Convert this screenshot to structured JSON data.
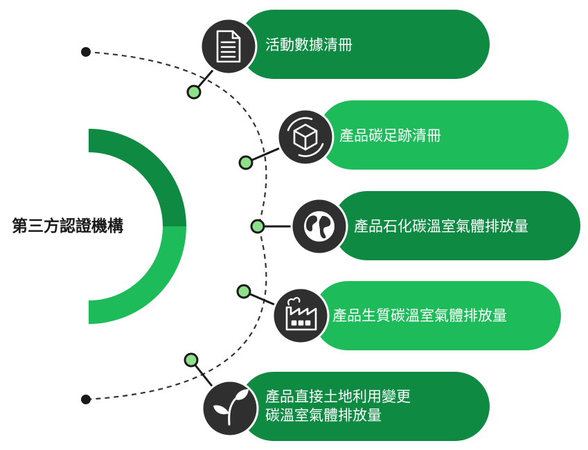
{
  "center": {
    "label": "第三方認證機構"
  },
  "items": [
    {
      "lines": [
        "活動數據清冊"
      ],
      "icon": "document-list-icon",
      "color": "#0f8a43"
    },
    {
      "lines": [
        "產品碳足跡清冊"
      ],
      "icon": "recycle-box-icon",
      "color": "#1dbb5a"
    },
    {
      "lines": [
        "產品石化碳溫室氣體排放量"
      ],
      "icon": "globe-icon",
      "color": "#0f8a43"
    },
    {
      "lines": [
        "產品生質碳溫室氣體排放量"
      ],
      "icon": "factory-icon",
      "color": "#1dbb5a"
    },
    {
      "lines": [
        "產品直接土地利用變更",
        "碳溫室氣體排放量"
      ],
      "icon": "leaf-sprout-icon",
      "color": "#0f8a43"
    }
  ],
  "colors": {
    "dark_green": "#0f8a43",
    "light_green": "#1dbb5a",
    "icon_circle": "#2f2f2f",
    "node_fill": "#8ee08a",
    "dashed_line": "#333333"
  }
}
